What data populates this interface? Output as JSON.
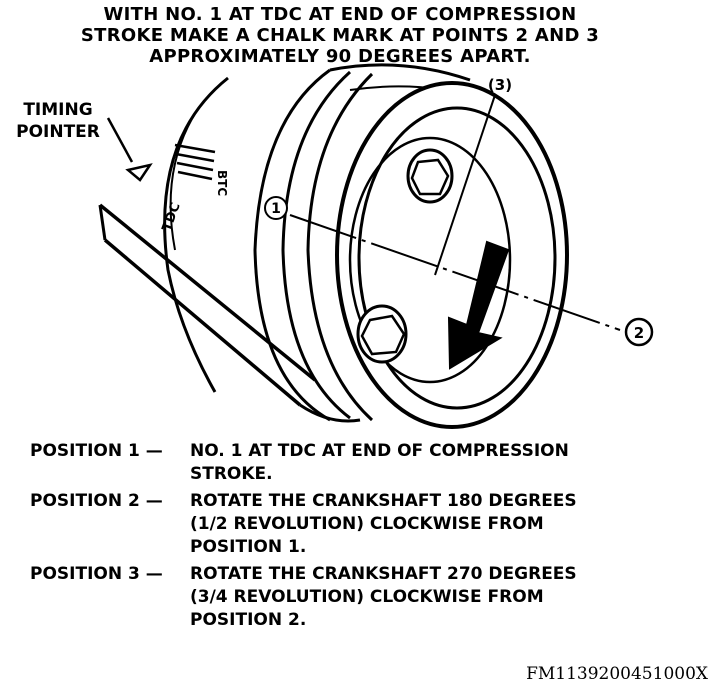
{
  "heading": {
    "lines": [
      "WITH NO. 1 AT TDC AT END OF COMPRESSION",
      "STROKE MAKE A CHALK MARK AT POINTS 2 AND 3",
      "APPROXIMATELY 90 DEGREES APART."
    ]
  },
  "labels": {
    "timing_pointer": [
      "TIMING",
      "POINTER"
    ],
    "tdc": "TDC",
    "scale_mark": "BTC",
    "point_1": "1",
    "point_2": "2",
    "point_3": "(3)"
  },
  "legend": [
    {
      "key": "POSITION 1 —",
      "lines": [
        "NO. 1 AT TDC AT END OF COMPRESSION",
        "STROKE."
      ]
    },
    {
      "key": "POSITION 2 —",
      "lines": [
        "ROTATE THE CRANKSHAFT 180 DEGREES",
        "(1/2 REVOLUTION) CLOCKWISE FROM",
        "POSITION 1."
      ]
    },
    {
      "key": "POSITION 3 —",
      "lines": [
        "ROTATE THE CRANKSHAFT 270 DEGREES",
        "(3/4 REVOLUTION) CLOCKWISE FROM",
        "POSITION 2."
      ]
    }
  ],
  "figure_id": "FM1139200451000X"
}
